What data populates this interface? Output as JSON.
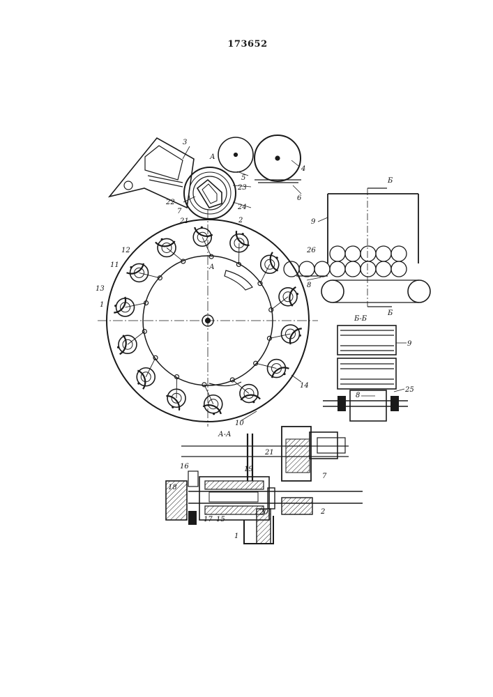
{
  "document": {
    "patent_number": "173652",
    "section_labels": {
      "a_top": "А",
      "a_mid": "А",
      "b_top": "Б",
      "b_bottom": "Б",
      "bb": "Б-Б",
      "aa": "А-А"
    },
    "part_numbers": {
      "n1": "1",
      "n1b": "1",
      "n2": "2",
      "n2b": "2",
      "n3": "3",
      "n4": "4",
      "n5": "5",
      "n6": "6",
      "n7": "7",
      "n7b": "7",
      "n8": "8",
      "n8b": "8",
      "n9": "9",
      "n9b": "9",
      "n10": "10",
      "n11": "11",
      "n12": "12",
      "n13": "13",
      "n14": "14",
      "n15": "15",
      "n16": "16",
      "n17": "17",
      "n18": "18",
      "n19": "19",
      "n20": "20",
      "n21": "21",
      "n21b": "21",
      "n22": "22",
      "n23": "23",
      "n24": "24",
      "n25": "25",
      "n26": "26"
    }
  }
}
